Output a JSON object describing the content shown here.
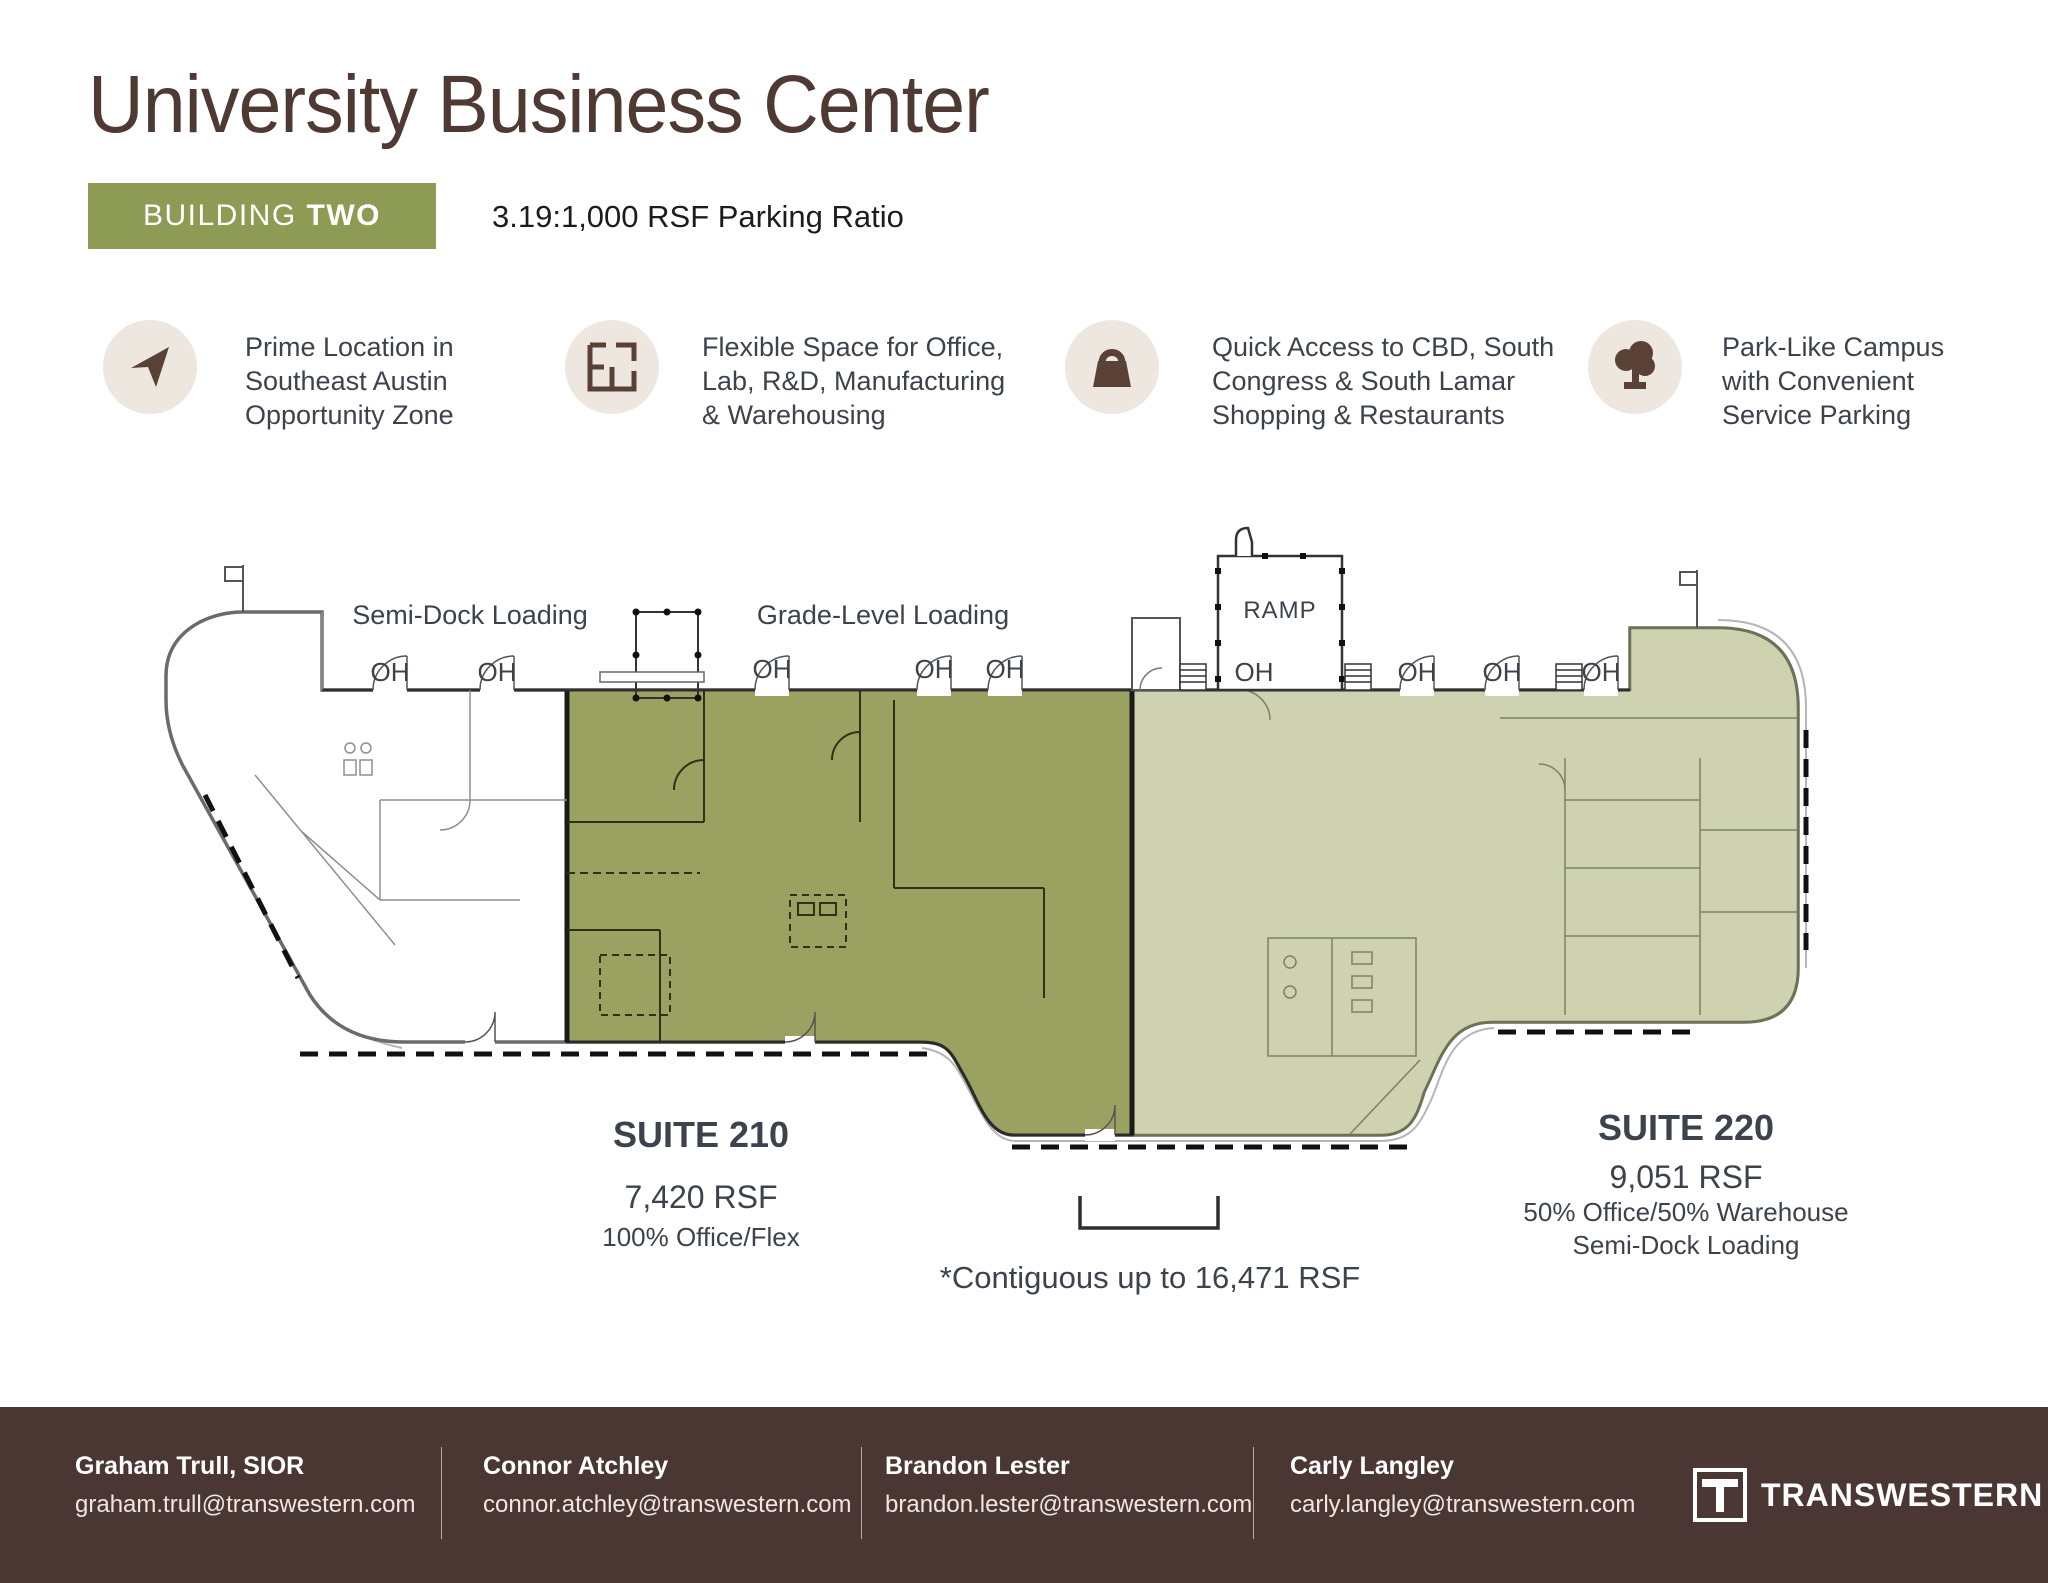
{
  "header": {
    "title": "University Business Center",
    "badge_building": "BUILDING",
    "badge_number": "TWO",
    "parking_ratio": "3.19:1,000 RSF Parking Ratio"
  },
  "features": [
    {
      "icon": "navigation-arrow-icon",
      "text_lines": [
        "Prime Location in",
        "Southeast Austin",
        "Opportunity Zone"
      ]
    },
    {
      "icon": "floor-plan-icon",
      "text_lines": [
        "Flexible Space for Office,",
        "Lab, R&D, Manufacturing",
        "& Warehousing"
      ]
    },
    {
      "icon": "shopping-bag-icon",
      "text_lines": [
        "Quick Access to CBD, South",
        "Congress & South Lamar",
        "Shopping & Restaurants"
      ]
    },
    {
      "icon": "tree-icon",
      "text_lines": [
        "Park-Like Campus",
        "with Convenient",
        "Service Parking"
      ]
    }
  ],
  "floor_plan": {
    "labels": {
      "semi_dock": "Semi-Dock Loading",
      "grade_level": "Grade-Level Loading",
      "ramp": "RAMP",
      "overhead_door": "OH"
    },
    "overhead_door_count": 9,
    "suite_210": {
      "name": "SUITE 210",
      "rsf": "7,420 RSF",
      "use": "100% Office/Flex",
      "fill_color": "#9AA161"
    },
    "suite_220": {
      "name": "SUITE 220",
      "rsf": "9,051 RSF",
      "use": "50% Office/50% Warehouse",
      "loading": "Semi-Dock Loading",
      "fill_color": "#CFD2B0"
    },
    "contiguous_note": "*Contiguous up to 16,471 RSF"
  },
  "footer": {
    "contacts": [
      {
        "name": "Graham Trull, SIOR",
        "email": "graham.trull@transwestern.com"
      },
      {
        "name": "Connor Atchley",
        "email": "connor.atchley@transwestern.com"
      },
      {
        "name": "Brandon Lester",
        "email": "brandon.lester@transwestern.com"
      },
      {
        "name": "Carly Langley",
        "email": "carly.langley@transwestern.com"
      }
    ],
    "logo_text": "TRANSWESTERN"
  },
  "colors": {
    "badge_green": "#8E9B55",
    "suite_210_green": "#9AA161",
    "suite_220_sage": "#CFD2B0",
    "footer_brown": "#4A3733",
    "title_brown": "#4E3A33",
    "icon_brown": "#5A4136",
    "icon_circle_beige": "#EDE7E0",
    "body_text_slate": "#3C434D"
  }
}
